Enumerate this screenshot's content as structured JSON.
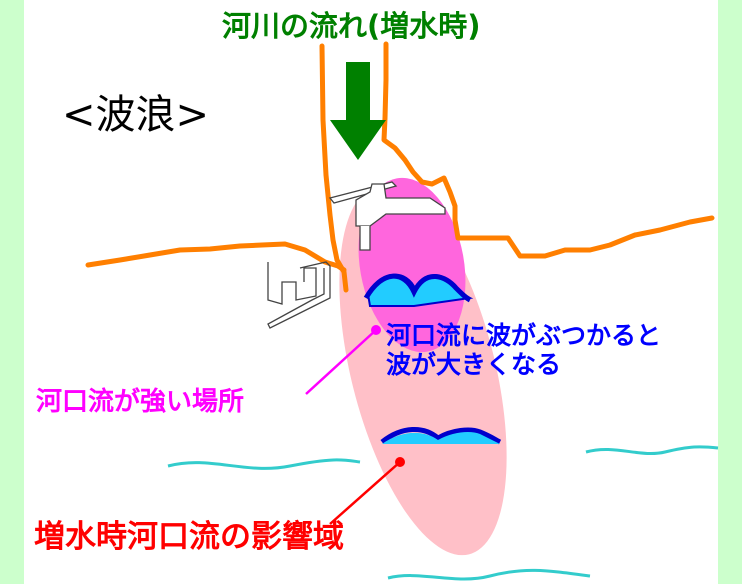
{
  "diagram": {
    "title": "河川の流れ(増水時)",
    "section_heading": "<波浪>",
    "collision_note": [
      "河口流に波がぶつかると",
      "波が大きくなる"
    ],
    "strong_current_label": "河口流が強い場所",
    "influence_area_label": "増水時河口流の影響域"
  },
  "colors": {
    "background": "#ccffcc",
    "panel": "#ffffff",
    "title_text": "#008000",
    "flow_arrow": "#008000",
    "river_bank": "#ff7f00",
    "influence_area_fill": "#ffc0c8",
    "strong_current_fill": "#ff66dd",
    "collision_text": "#0000ff",
    "strong_label_text": "#ff00ff",
    "influence_label_text": "#ff0000",
    "wave_fill": "#22ccff",
    "wave_stroke": "#0000cc",
    "sea_waves": "#33cccc"
  }
}
